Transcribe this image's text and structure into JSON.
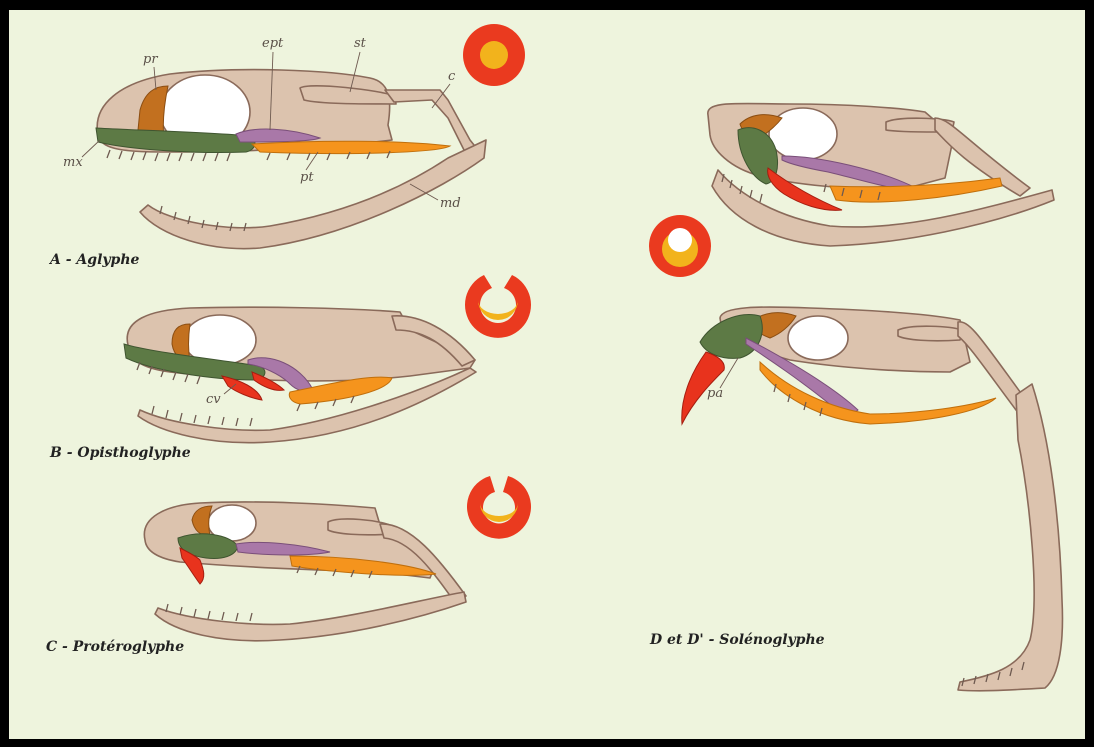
{
  "diagram": {
    "labels": {
      "pr": "pr",
      "ept": "ept",
      "st": "st",
      "c": "c",
      "mx": "mx",
      "pt": "pt",
      "md": "md",
      "cv": "cv",
      "pa": "pa"
    },
    "captions": {
      "a": "A - Aglyphe",
      "b": "B - Opisthoglyphe",
      "c": "C - Protéroglyphe",
      "d": "D et D' - Solénoglyphe"
    },
    "colors": {
      "background": "#eef4dd",
      "bone": "#dcc3ae",
      "outline": "#8a6a5a",
      "maxilla": "#5d7a45",
      "prefrontal": "#c2701f",
      "ectopterygoid": "#a978a8",
      "pterygoid": "#f5941d",
      "fang": "#e8331d",
      "section_outer": "#ea3a1f",
      "section_inner": "#f2b31c"
    }
  }
}
